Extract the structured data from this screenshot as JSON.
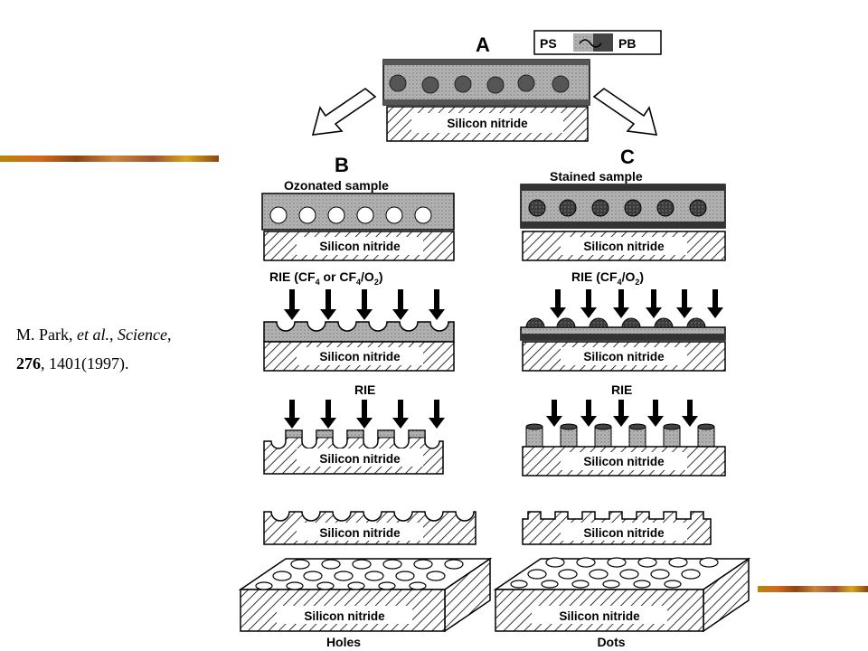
{
  "citation": {
    "line1_prefix": "M. Park, ",
    "line1_italic1": "et al.",
    "line1_mid": ", ",
    "line1_italic2": "Science",
    "line1_suffix": ",",
    "line2_bold": "276",
    "line2_rest": ", 1401(1997)."
  },
  "figure": {
    "panel_a": "A",
    "panel_b": "B",
    "panel_c": "C",
    "legend_ps": "PS",
    "legend_pb": "PB",
    "substrate": "Silicon nitride",
    "ozonated": "Ozonated sample",
    "stained": "Stained sample",
    "rie_b_prefix": "RIE (CF",
    "rie_b_mid": " or CF",
    "rie_b_mid2": "/O",
    "rie_b_suffix": ")",
    "rie_c_prefix": "RIE (CF",
    "rie_c_mid": "/O",
    "rie_c_suffix": ")",
    "sub4": "4",
    "sub2": "2",
    "rie": "RIE",
    "holes": "Holes",
    "dots": "Dots"
  },
  "colors": {
    "accent_bar": "#b8860b",
    "ps_gray": "#b0b0b0",
    "pb_dark": "#4a4a4a"
  }
}
